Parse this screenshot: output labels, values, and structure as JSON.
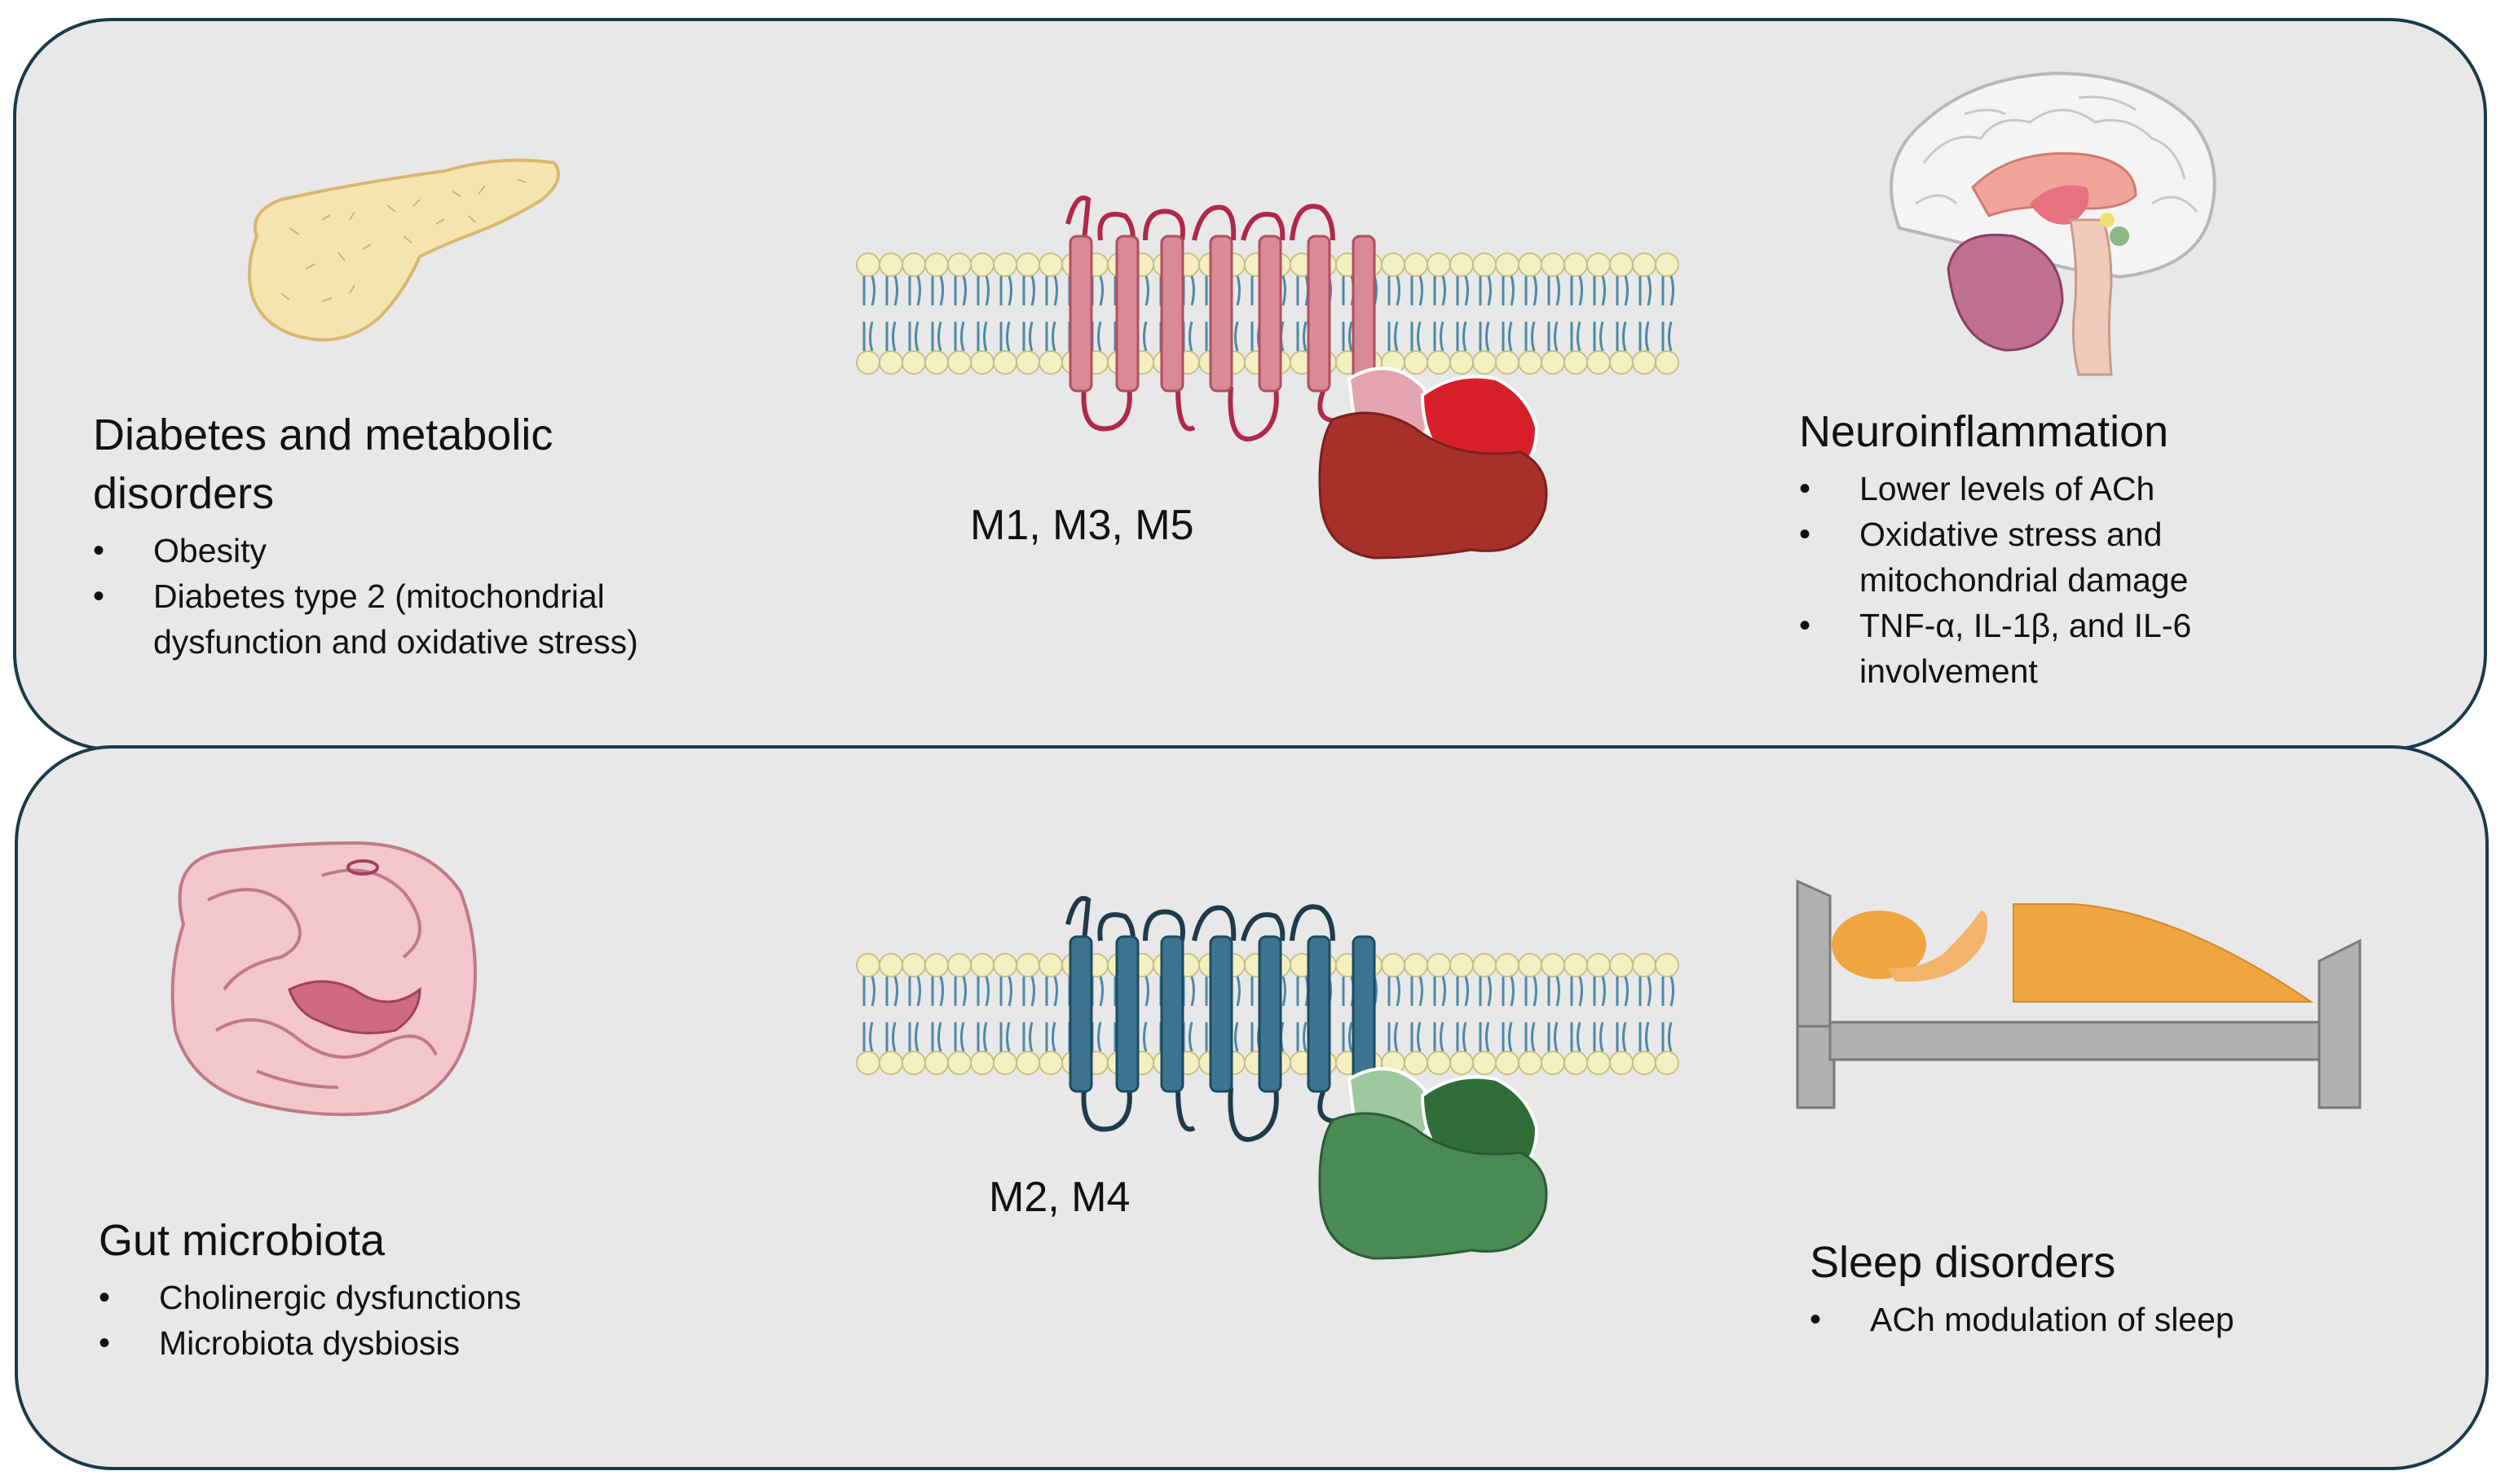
{
  "top_panel": {
    "left": {
      "title": "Diabetes and metabolic disorders",
      "items": [
        "Obesity",
        "Diabetes type 2 (mitochondrial dysfunction and oxidative stress)"
      ],
      "icon": "pancreas-icon"
    },
    "center": {
      "label": "M1, M3, M5",
      "icon": "gpcr-receptor-icon",
      "color": "#d98a96"
    },
    "right": {
      "title": "Neuroinflammation",
      "items": [
        "Lower levels of ACh",
        "Oxidative stress and mitochondrial damage",
        "TNF-α, IL-1β, and IL-6 involvement"
      ],
      "icon": "brain-icon"
    }
  },
  "bottom_panel": {
    "left": {
      "title": "Gut microbiota",
      "items": [
        "Cholinergic dysfunctions",
        "Microbiota dysbiosis"
      ],
      "icon": "intestine-icon"
    },
    "center": {
      "label": "M2, M4",
      "icon": "gpcr-receptor-icon",
      "color": "#3d7590"
    },
    "right": {
      "title": "Sleep disorders",
      "items": [
        "ACh modulation of sleep"
      ],
      "icon": "sleeping-person-bed-icon"
    }
  },
  "colors": {
    "panel_bg": "#e8e8e8",
    "panel_border": "#1a3a4a",
    "m135_protein": "#b0302a",
    "m24_protein": "#4a8a55"
  }
}
